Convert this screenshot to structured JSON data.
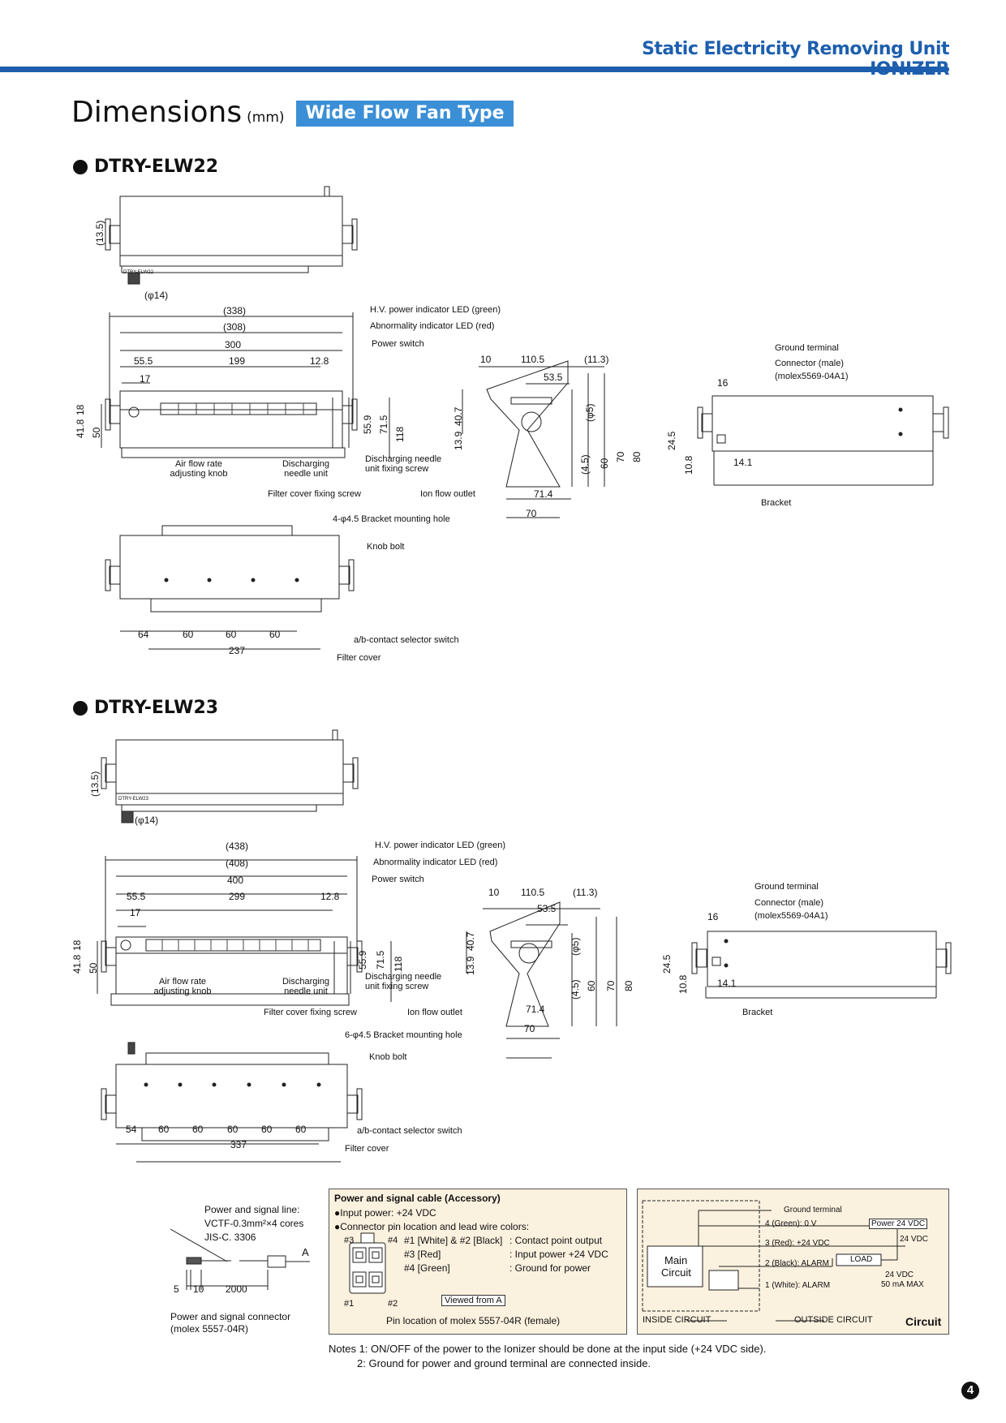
{
  "header": {
    "title": "Static Electricity Removing Unit IONIZER",
    "rule_color": "#1d5fae"
  },
  "section": {
    "title": "Dimensions",
    "unit": "(mm)",
    "badge": "Wide Flow Fan Type",
    "badge_color": "#3b8fd6"
  },
  "model1": {
    "name": "DTRY-ELW22",
    "label_plate": "DTRY-ELW22",
    "dims_top": [
      "(13.5)",
      "(φ14)"
    ],
    "dims_front": [
      "(338)",
      "(308)",
      "300",
      "55.5",
      "199",
      "12.8",
      "17",
      "41.8",
      "18",
      "50",
      "55.9",
      "71.5",
      "118"
    ],
    "callouts_front": [
      "H.V. power indicator LED (green)",
      "Abnormality indicator LED (red)",
      "Power switch",
      "Air flow rate adjusting knob",
      "Discharging needle unit",
      "Discharging needle unit fixing screw",
      "Filter cover fixing screw"
    ],
    "dims_side": [
      "10",
      "110.5",
      "(11.3)",
      "53.5",
      "13.9",
      "40.7",
      "(φ5)",
      "(4.5)",
      "60",
      "70",
      "80",
      "71.4",
      "70"
    ],
    "callouts_side": [
      "Ion flow outlet"
    ],
    "dims_right": [
      "16",
      "24.5",
      "10.8",
      "14.1"
    ],
    "callouts_right": [
      "Ground terminal",
      "Connector (male)",
      "(molex5569-04A1)",
      "Bracket"
    ],
    "dims_bottom": [
      "64",
      "60",
      "60",
      "60",
      "237"
    ],
    "callouts_bottom": [
      "4-φ4.5 Bracket mounting hole",
      "Knob bolt",
      "a/b-contact selector switch",
      "Filter cover"
    ]
  },
  "model2": {
    "name": "DTRY-ELW23",
    "label_plate": "DTRY-ELW23",
    "dims_top": [
      "(13.5)",
      "(φ14)"
    ],
    "dims_front": [
      "(438)",
      "(408)",
      "400",
      "55.5",
      "299",
      "12.8",
      "17",
      "41.8",
      "18",
      "50",
      "55.9",
      "71.5",
      "118"
    ],
    "callouts_front": [
      "H.V. power indicator LED (green)",
      "Abnormality indicator LED (red)",
      "Power switch",
      "Air flow rate adjusting knob",
      "Discharging needle unit",
      "Discharging needle unit fixing screw",
      "Filter cover fixing screw"
    ],
    "dims_side": [
      "10",
      "110.5",
      "(11.3)",
      "53.5",
      "13.9",
      "40.7",
      "(φ5)",
      "(4.5)",
      "60",
      "70",
      "80",
      "71.4",
      "70"
    ],
    "callouts_side": [
      "Ion flow outlet"
    ],
    "dims_right": [
      "16",
      "24.5",
      "10.8",
      "14.1"
    ],
    "callouts_right": [
      "Ground terminal",
      "Connector (male)",
      "(molex5569-04A1)",
      "Bracket"
    ],
    "dims_bottom": [
      "54",
      "60",
      "60",
      "60",
      "60",
      "60",
      "337"
    ],
    "callouts_bottom": [
      "6-φ4.5 Bracket mounting hole",
      "Knob bolt",
      "a/b-contact selector switch",
      "Filter cover"
    ]
  },
  "cable_drawing": {
    "line_title": "Power and signal line:",
    "line_spec1": "VCTF-0.3mm²×4 cores",
    "line_spec2": "JIS-C. 3306",
    "marker": "A",
    "dims": [
      "5",
      "10",
      "2000"
    ],
    "connector_label": "Power and signal connector",
    "connector_spec": "(molex 5557-04R)"
  },
  "cable_box": {
    "title": "Power and signal cable (Accessory)",
    "bullet1": "●Input power: +24 VDC",
    "bullet2": "●Connector pin location and lead wire colors:",
    "pins": [
      "#3",
      "#4",
      "#1",
      "#2"
    ],
    "rows": [
      {
        "left": "#1 [White] & #2 [Black]",
        "right": ": Contact point output"
      },
      {
        "left": "#3 [Red]",
        "right": ": Input power +24 VDC"
      },
      {
        "left": "#4 [Green]",
        "right": ": Ground for power"
      }
    ],
    "viewed": "Viewed from A",
    "caption": "Pin location of molex 5557-04R (female)"
  },
  "circuit_box": {
    "ground": "Ground terminal",
    "pin4": "4 (Green): 0 V",
    "pin3": "3 (Red): +24 VDC",
    "pin2": "2 (Black): ALARM",
    "pin1": "1 (White): ALARM",
    "main1": "Main",
    "main2": "Circuit",
    "power": "Power 24 VDC",
    "vdc": "24 VDC",
    "load": "LOAD",
    "vdc2": "24 VDC",
    "max": "50 mA MAX",
    "inside": "INSIDE  CIRCUIT",
    "outside": "OUTSIDE  CIRCUIT",
    "title": "Circuit"
  },
  "notes": {
    "n1": "Notes 1: ON/OFF of the power to the Ionizer should be done at the input side (+24 VDC side).",
    "n2": "2: Ground for power and ground terminal are connected inside."
  },
  "page_number": "4"
}
